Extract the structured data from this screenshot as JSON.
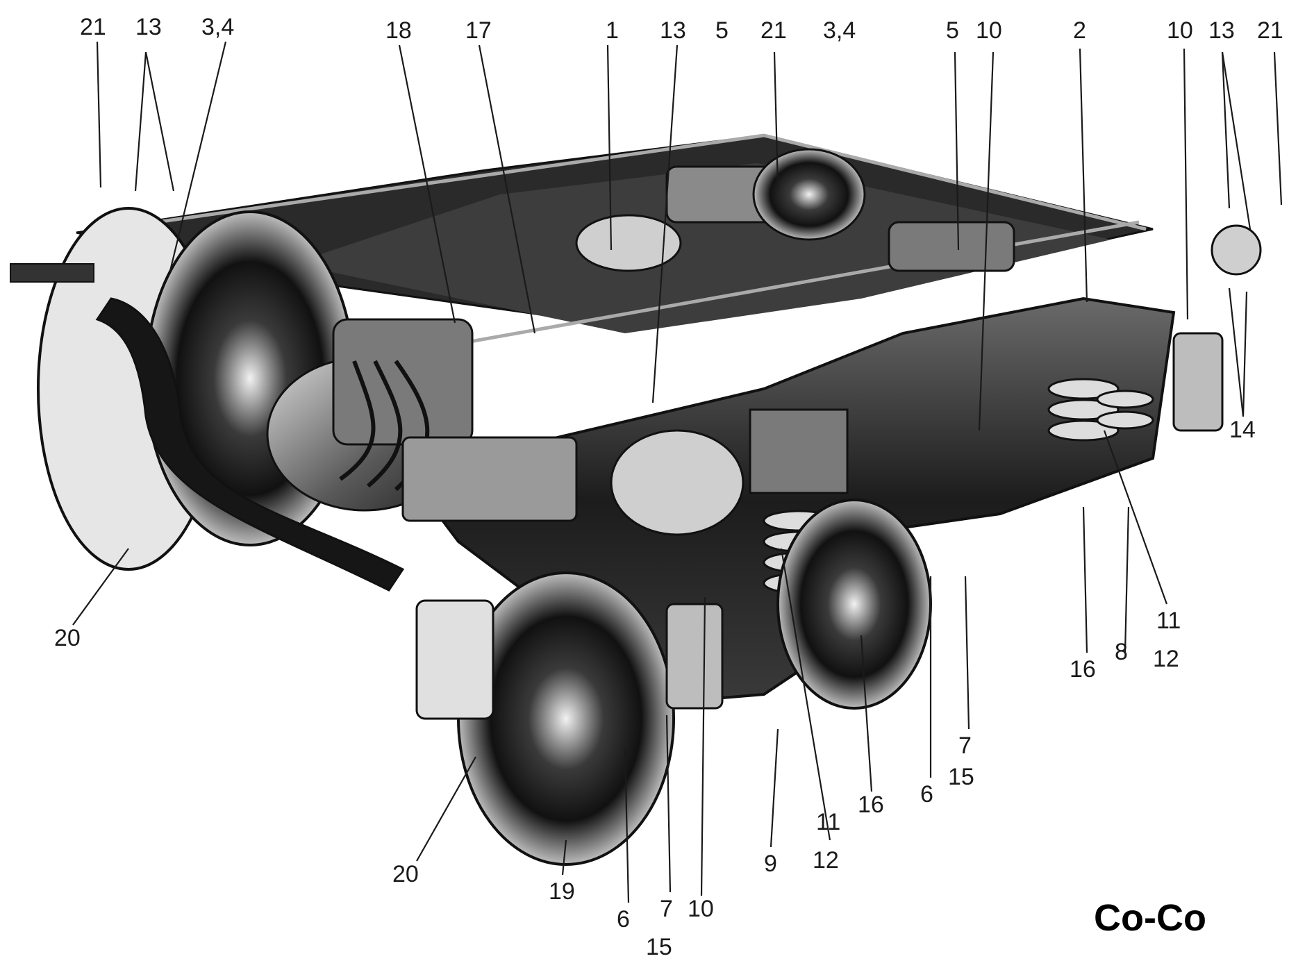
{
  "caption": "Co-Co",
  "labels": {
    "l21a": "21",
    "l13a": "13",
    "l34a": "3,4",
    "l18": "18",
    "l17": "17",
    "l1": "1",
    "l13b": "13",
    "l5a": "5",
    "l21b": "21",
    "l34b": "3,4",
    "l5b": "5",
    "l10a": "10",
    "l2": "2",
    "l10b": "10",
    "l13c": "13",
    "l21c": "21",
    "l14": "14",
    "l20a": "20",
    "l20b": "20",
    "l19": "19",
    "l6a": "6",
    "l7a": "7",
    "l15a": "15",
    "l10c": "10",
    "l9": "9",
    "l11a": "11",
    "l12a": "12",
    "l16a": "16",
    "l6b": "6",
    "l7b": "7",
    "l15b": "15",
    "l16b": "16",
    "l8": "8",
    "l11b": "11",
    "l12b": "12"
  },
  "colors": {
    "ink": "#1a1a1a",
    "metal": "#555555",
    "dark": "#111111",
    "light": "#9a9a9a"
  }
}
